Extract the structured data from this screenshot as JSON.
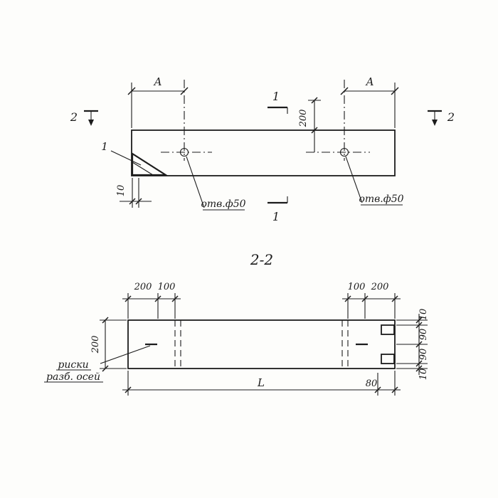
{
  "drawing": {
    "section_title": "2-2",
    "top_view": {
      "dim_a_left": "A",
      "dim_a_right": "A",
      "dim_200_hole": "200",
      "dim_10_edge": "10",
      "hole_note_left": "отв.ф50",
      "hole_note_right": "отв.ф50",
      "detail_mark": "1",
      "section_mark_1_top": "1",
      "section_mark_1_bottom": "1",
      "section_mark_2_left": "2",
      "section_mark_2_right": "2"
    },
    "section_view": {
      "dim_200_top_left": "200",
      "dim_100_top_left": "100",
      "dim_100_top_right": "100",
      "dim_200_top_right": "200",
      "dim_width_200": "200",
      "dim_edge_10_top": "10",
      "dim_90_upper": "90",
      "dim_90_lower": "90",
      "dim_edge_10_bottom": "10",
      "dim_length_L": "L",
      "dim_80": "80",
      "axes_note_line1": "риски",
      "axes_note_line2": "разб. осей"
    }
  },
  "colors": {
    "ink": "#1c1c1c",
    "paper": "#fdfdfb"
  }
}
